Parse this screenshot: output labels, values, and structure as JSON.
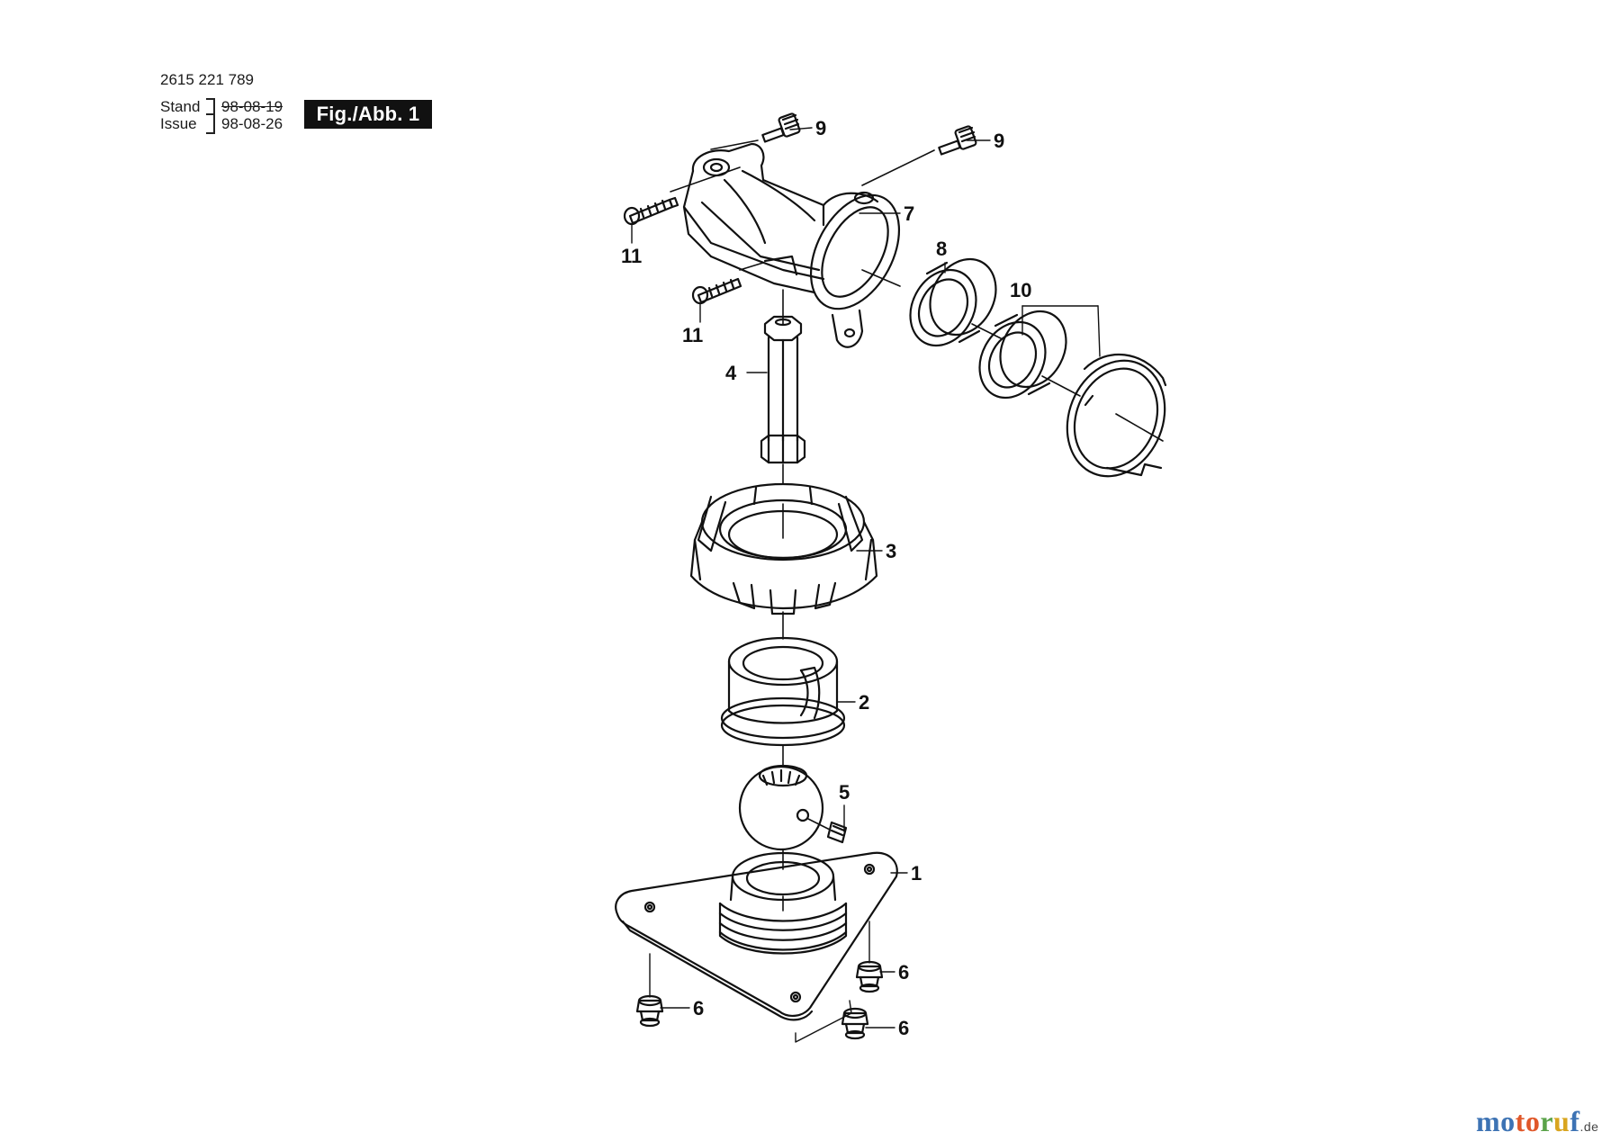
{
  "header": {
    "part_number": "2615 221 789",
    "stand_label": "Stand",
    "issue_label": "Issue",
    "date_old": "98-08-19",
    "date_new": "98-08-26",
    "figure_label": "Fig./Abb. 1"
  },
  "watermark": {
    "parts": [
      "mo",
      "to",
      "r",
      "u",
      "f"
    ],
    "tld": ".de"
  },
  "callouts": {
    "p1": "1",
    "p2": "2",
    "p3": "3",
    "p4": "4",
    "p5": "5",
    "p6a": "6",
    "p6b": "6",
    "p6c": "6",
    "p7": "7",
    "p8": "8",
    "p9a": "9",
    "p9b": "9",
    "p10": "10",
    "p11a": "11",
    "p11b": "11"
  }
}
